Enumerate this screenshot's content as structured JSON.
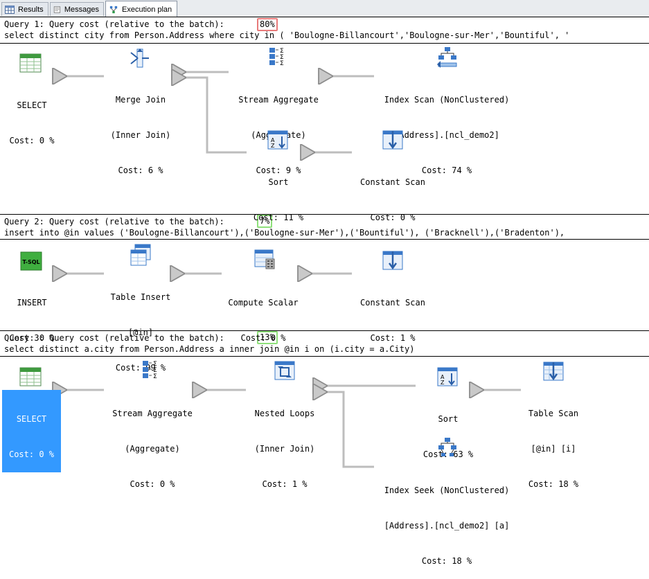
{
  "tabs": [
    {
      "label": "Results",
      "icon": "grid-icon"
    },
    {
      "label": "Messages",
      "icon": "messages-icon"
    },
    {
      "label": "Execution plan",
      "icon": "execution-plan-icon",
      "active": true
    }
  ],
  "queries": [
    {
      "header": "Query 1: Query cost (relative to the batch):",
      "cost": "80%",
      "sql": "select distinct city from Person.Address where city in ( 'Boulogne-Billancourt','Boulogne-sur-Mer','Bountiful', '",
      "nodes": [
        {
          "id": "q1-select",
          "icon": "select-icon",
          "lines": [
            "SELECT",
            "Cost: 0 %"
          ]
        },
        {
          "id": "q1-merge",
          "icon": "merge-join-icon",
          "lines": [
            "Merge Join",
            "(Inner Join)",
            "Cost: 6 %"
          ]
        },
        {
          "id": "q1-streamagg",
          "icon": "stream-aggregate-icon",
          "lines": [
            "Stream Aggregate",
            "(Aggregate)",
            "Cost: 9 %"
          ]
        },
        {
          "id": "q1-indexscan",
          "icon": "index-scan-icon",
          "lines": [
            "Index Scan (NonClustered)",
            "[Address].[ncl_demo2]",
            "Cost: 74 %"
          ]
        },
        {
          "id": "q1-sort",
          "icon": "sort-icon",
          "lines": [
            "Sort",
            "Cost: 11 %"
          ]
        },
        {
          "id": "q1-constscan",
          "icon": "constant-scan-icon",
          "lines": [
            "Constant Scan",
            "Cost: 0 %"
          ]
        }
      ]
    },
    {
      "header": "Query 2: Query cost (relative to the batch):",
      "cost": "7%",
      "sql": "insert into @in values ('Boulogne-Billancourt'),('Boulogne-sur-Mer'),('Bountiful'), ('Bracknell'),('Bradenton'),",
      "nodes": [
        {
          "id": "q2-insert",
          "icon": "tsql-icon",
          "lines": [
            "INSERT",
            "Cost: 0 %"
          ]
        },
        {
          "id": "q2-tableinsert",
          "icon": "table-insert-icon",
          "lines": [
            "Table Insert",
            "[@in]",
            "Cost: 99 %"
          ]
        },
        {
          "id": "q2-computescalar",
          "icon": "compute-scalar-icon",
          "lines": [
            "Compute Scalar",
            "Cost: 0 %"
          ]
        },
        {
          "id": "q2-constscan",
          "icon": "constant-scan-icon",
          "lines": [
            "Constant Scan",
            "Cost: 1 %"
          ]
        }
      ]
    },
    {
      "header": "Query 3: Query cost (relative to the batch):",
      "cost": "13%",
      "sql": "select distinct a.city from Person.Address a inner join @in i on (i.city = a.City)",
      "nodes": [
        {
          "id": "q3-select",
          "icon": "select-icon",
          "lines": [
            "SELECT",
            "Cost: 0 %"
          ]
        },
        {
          "id": "q3-streamagg",
          "icon": "stream-aggregate-icon",
          "lines": [
            "Stream Aggregate",
            "(Aggregate)",
            "Cost: 0 %"
          ]
        },
        {
          "id": "q3-nested",
          "icon": "nested-loops-icon",
          "lines": [
            "Nested Loops",
            "(Inner Join)",
            "Cost: 1 %"
          ]
        },
        {
          "id": "q3-sort",
          "icon": "sort-icon",
          "lines": [
            "Sort",
            "Cost: 63 %"
          ]
        },
        {
          "id": "q3-tablescan",
          "icon": "table-scan-icon",
          "lines": [
            "Table Scan",
            "[@in] [i]",
            "Cost: 18 %"
          ]
        },
        {
          "id": "q3-indexseek",
          "icon": "index-seek-icon",
          "lines": [
            "Index Seek (NonClustered)",
            "[Address].[ncl_demo2] [a]",
            "Cost: 18 %"
          ]
        }
      ]
    }
  ]
}
